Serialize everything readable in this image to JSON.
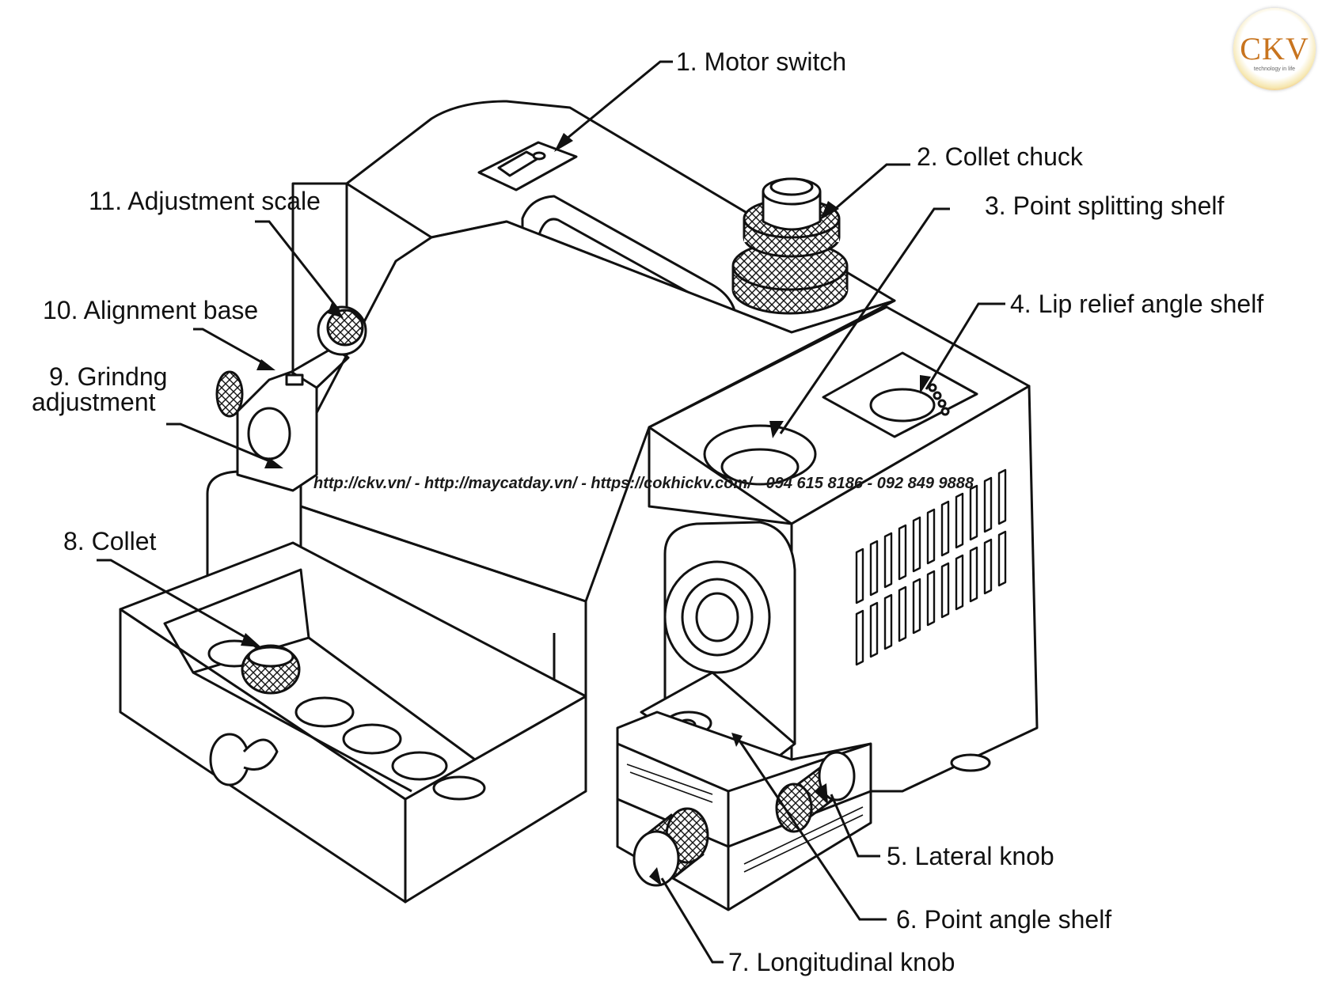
{
  "labels": {
    "motor_switch": "1. Motor switch",
    "collet_chuck": "2. Collet chuck",
    "point_splitting_shelf": "3. Point splitting shelf",
    "lip_relief_angle_shelf": "4. Lip relief angle shelf",
    "lateral_knob": "5. Lateral knob",
    "point_angle_shelf": "6. Point angle shelf",
    "longitudinal_knob": "7. Longitudinal knob",
    "collet": "8. Collet",
    "grinding_adjustment_line1": "9. Grindng",
    "grinding_adjustment_line2": "adjustment",
    "alignment_base": "10. Alignment base",
    "adjustment_scale": "11. Adjustment scale"
  },
  "watermark": "http://ckv.vn/ - http://maycatday.vn/ - https://cokhickv.com/ - 094 615 8186 - 092 849 9888",
  "logo": {
    "text": "CKV",
    "tagline": "technology in life"
  },
  "colors": {
    "line": "#111111",
    "background": "#ffffff",
    "logo_accent": "#c8741e"
  }
}
